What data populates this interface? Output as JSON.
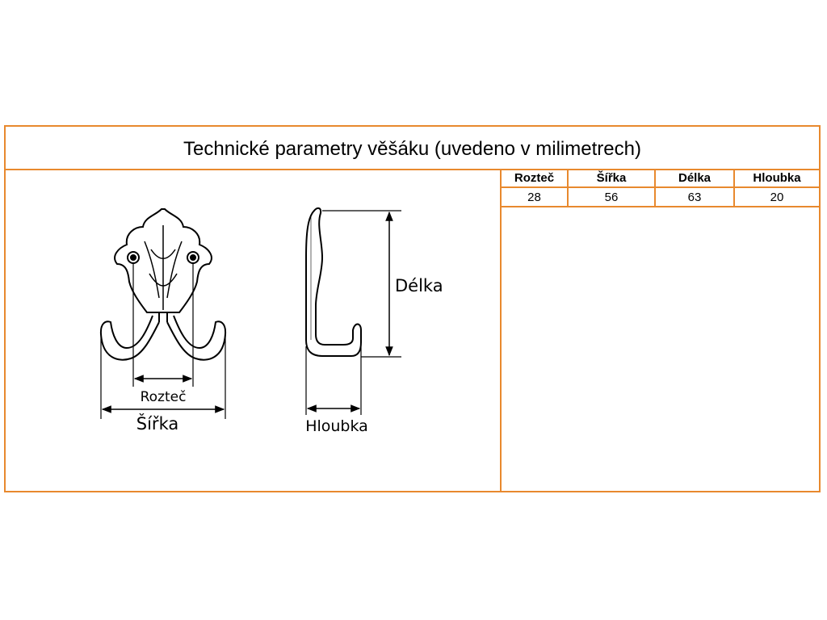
{
  "title": "Technické parametry věšáku (uvedeno v milimetrech)",
  "drawing": {
    "label_roztec": "Rozteč",
    "label_sirka": "Šířka",
    "label_delka": "Délka",
    "label_hloubka": "Hloubka"
  },
  "table": {
    "headers": [
      "Rozteč",
      "Šířka",
      "Délka",
      "Hloubka"
    ],
    "values": [
      "28",
      "56",
      "63",
      "20"
    ]
  },
  "colors": {
    "border": "#e8892e"
  }
}
